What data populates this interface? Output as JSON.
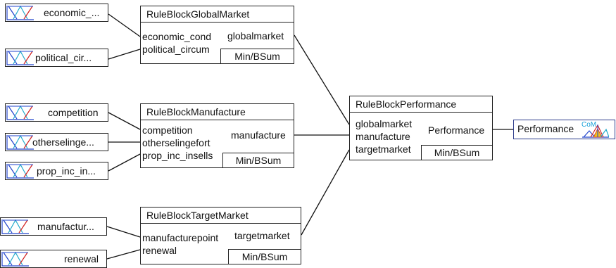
{
  "inputs": {
    "economic": "economic_...",
    "political": "political_cir...",
    "competition": "competition",
    "otherselinge": "otherselinge...",
    "prop_inc": "prop_inc_in...",
    "manufactur": "manufactur...",
    "renewal": "renewal"
  },
  "rb_global": {
    "title": "RuleBlockGlobalMarket",
    "inputs": [
      "economic_cond",
      "political_circum"
    ],
    "output": "globalmarket",
    "method": "Min/BSum"
  },
  "rb_manufacture": {
    "title": "RuleBlockManufacture",
    "inputs": [
      "competition",
      "otherselingefort",
      "prop_inc_insells"
    ],
    "output": "manufacture",
    "method": "Min/BSum"
  },
  "rb_target": {
    "title": "RuleBlockTargetMarket",
    "inputs": [
      "manufacturepoint",
      "renewal"
    ],
    "output": "targetmarket",
    "method": "Min/BSum"
  },
  "rb_performance": {
    "title": "RuleBlockPerformance",
    "inputs": [
      "globalmarket",
      "manufacture",
      "targetmarket"
    ],
    "output": "Performance",
    "method": "Min/BSum"
  },
  "output_var": {
    "label": "Performance",
    "method": "CoM"
  },
  "colors": {
    "mf_blue": "#2244cc",
    "mf_teal": "#22aacc",
    "mf_red": "#d22020",
    "output_border": "#2a3a8a"
  }
}
